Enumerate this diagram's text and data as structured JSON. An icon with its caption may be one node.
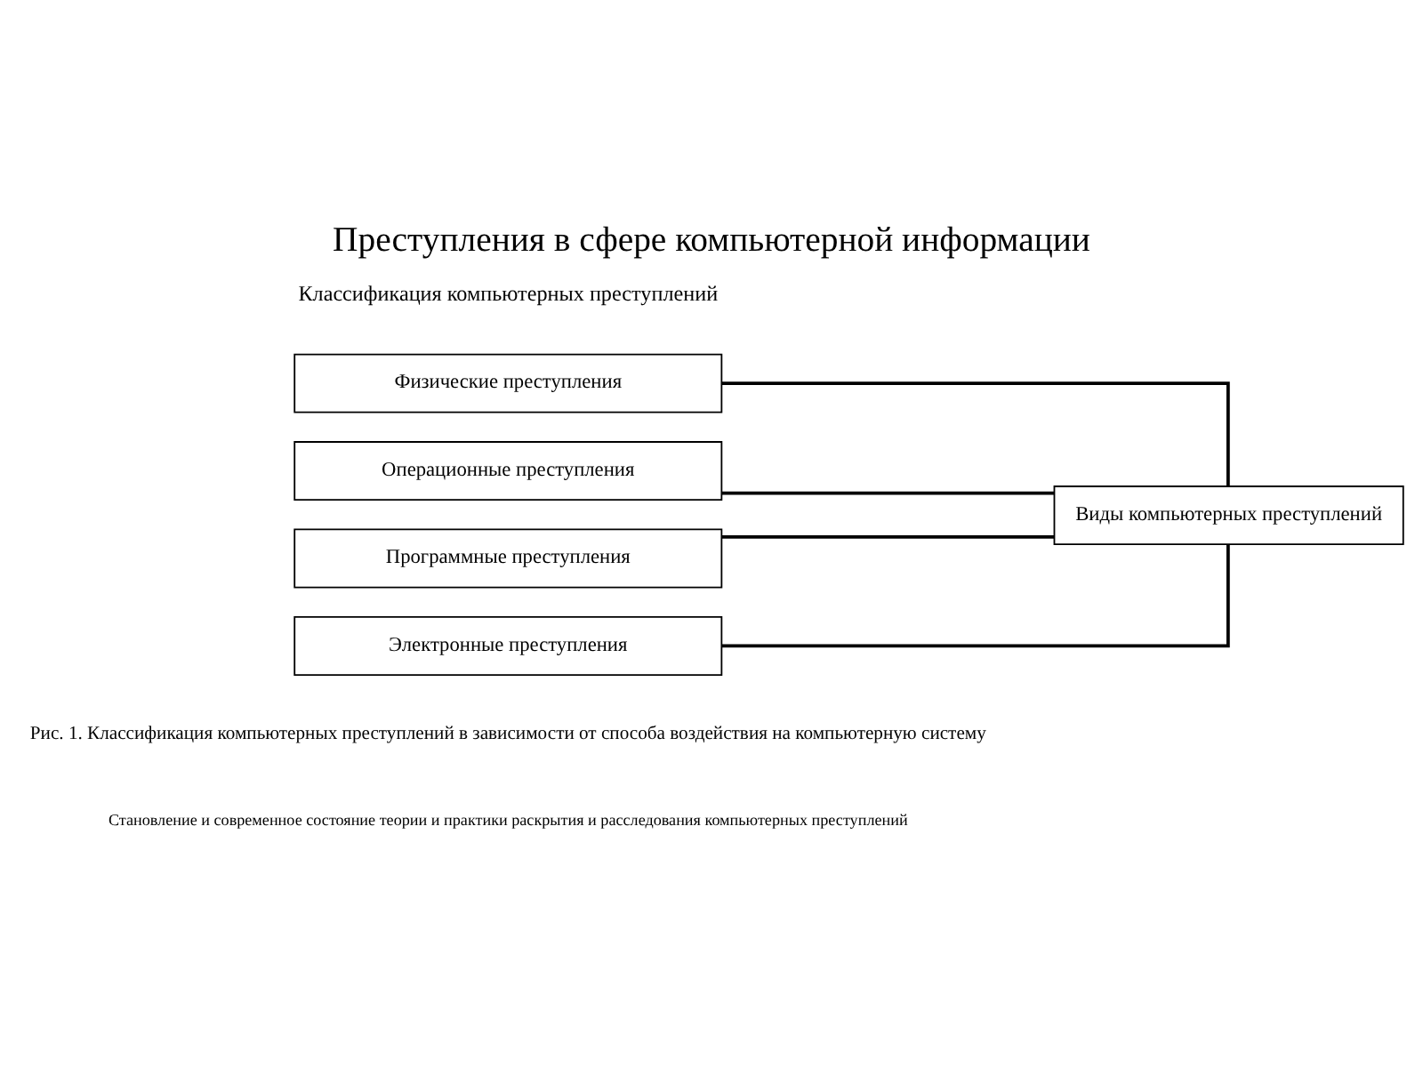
{
  "diagram": {
    "title": "Преступления в сфере компьютерной информации",
    "caption": "Рис. 1. Классификация компьютерных преступлений в зависимости от способа воздействия на компьютерную систему",
    "nodes": [
      {
        "text": [
          "Виды компьютерных преступлений"
        ]
      },
      {
        "text": [
          "Физические преступления"
        ]
      },
      {
        "text": [
          "Операционные преступления"
        ]
      },
      {
        "text": [
          "Программные преступления"
        ]
      },
      {
        "text": [
          "Электронные преступления"
        ]
      }
    ],
    "edges": [
      {
        "from": 0,
        "to": 1,
        "arrow": "none"
      },
      {
        "from": 0,
        "to": 2,
        "arrow": "none"
      },
      {
        "from": 0,
        "to": 3,
        "arrow": "none"
      },
      {
        "from": 0,
        "to": 4,
        "arrow": "none"
      }
    ],
    "labels": [
      "Классификация компьютерных преступлений",
      "Становление и современное состояние теории и практики раскрытия и расследования компьютерных преступлений"
    ]
  }
}
